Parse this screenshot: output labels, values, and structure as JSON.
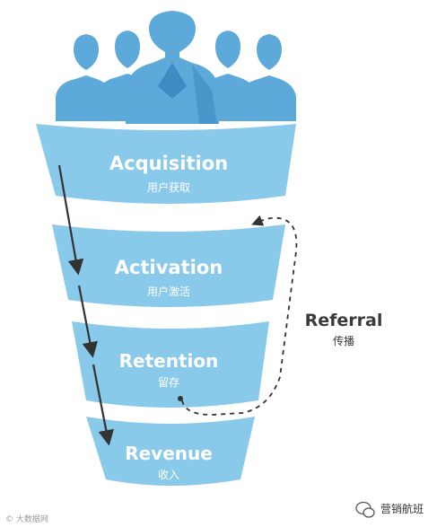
{
  "funnel": {
    "stages": [
      {
        "en": "Acquisition",
        "zh": "用户获取"
      },
      {
        "en": "Activation",
        "zh": "用户激活"
      },
      {
        "en": "Retention",
        "zh": "留存"
      },
      {
        "en": "Revenue",
        "zh": "收入"
      }
    ]
  },
  "referral": {
    "en": "Referral",
    "zh": "传播"
  },
  "watermark": {
    "left": "© 大数据网",
    "brand": "营销航班"
  },
  "colors": {
    "funnel": "#89c9ea",
    "people": "#5da9d9",
    "people_shadow": "#3d8bc2",
    "arrow": "#333333",
    "text": "#ffffff"
  }
}
